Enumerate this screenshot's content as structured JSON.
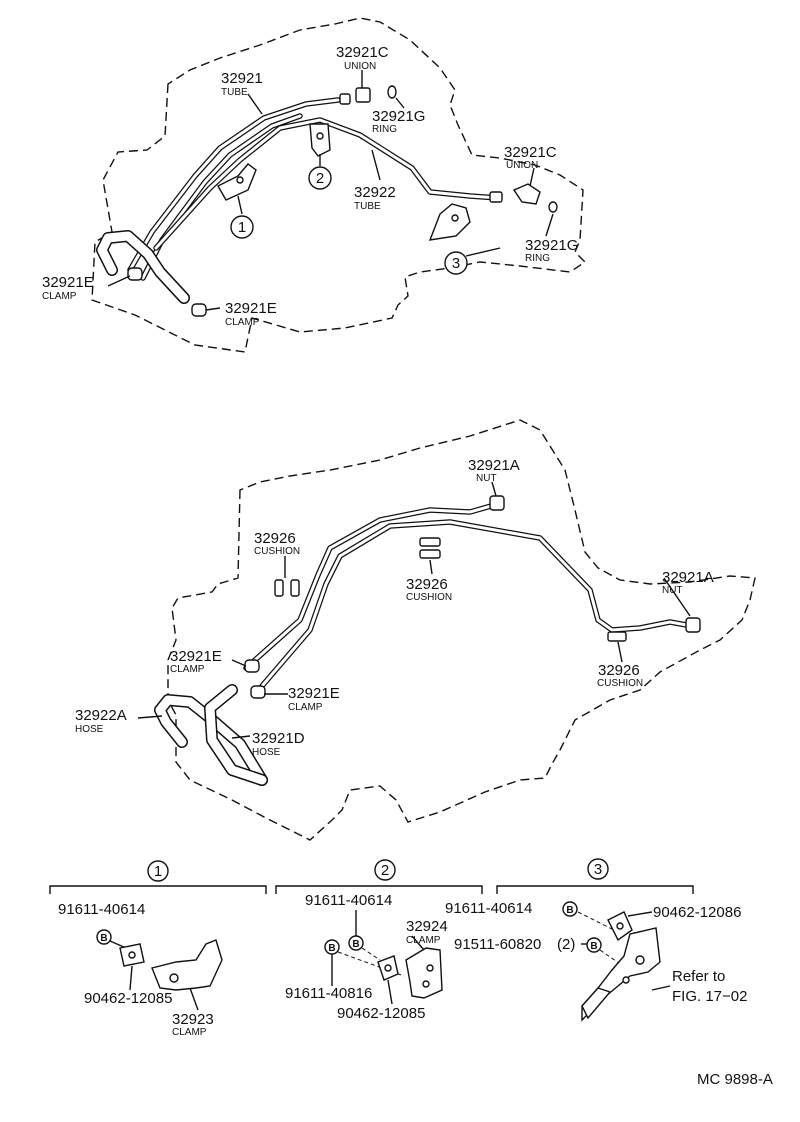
{
  "top_view": {
    "tube_32921": {
      "pn": "32921",
      "name": "TUBE"
    },
    "union_top": {
      "pn": "32921C",
      "name": "UNION"
    },
    "ring_top": {
      "pn": "32921G",
      "name": "RING"
    },
    "tube_32922": {
      "pn": "32922",
      "name": "TUBE"
    },
    "union_right": {
      "pn": "32921C",
      "name": "UNION"
    },
    "ring_right": {
      "pn": "32921G",
      "name": "RING"
    },
    "clamp_left": {
      "pn": "32921E",
      "name": "CLAMP"
    },
    "clamp_bottom": {
      "pn": "32921E",
      "name": "CLAMP"
    },
    "callouts": [
      "1",
      "2",
      "3"
    ]
  },
  "middle_view": {
    "nut_top": {
      "pn": "32921A",
      "name": "NUT"
    },
    "cushion_left": {
      "pn": "32926",
      "name": "CUSHION"
    },
    "cushion_center": {
      "pn": "32926",
      "name": "CUSHION"
    },
    "nut_right": {
      "pn": "32921A",
      "name": "NUT"
    },
    "cushion_right": {
      "pn": "32926",
      "name": "CUSHION"
    },
    "clamp_upper": {
      "pn": "32921E",
      "name": "CLAMP"
    },
    "clamp_lower": {
      "pn": "32921E",
      "name": "CLAMP"
    },
    "hose_a": {
      "pn": "32922A",
      "name": "HOSE"
    },
    "hose_d": {
      "pn": "32921D",
      "name": "HOSE"
    }
  },
  "details": {
    "detail_1": {
      "num": "1",
      "bolt": "91611-40614",
      "bolt_mark": "B",
      "nut": "90462-12085",
      "clamp": {
        "pn": "32923",
        "name": "CLAMP"
      }
    },
    "detail_2": {
      "num": "2",
      "bolt_top": "91611-40614",
      "bolt_bottom": "91611-40816",
      "bolt_mark": "B",
      "nut": "90462-12085",
      "clamp": {
        "pn": "32924",
        "name": "CLAMP"
      }
    },
    "detail_3": {
      "num": "3",
      "bolt": "91611-40614",
      "bolt2": "91511-60820",
      "bolt2_qty": "(2)",
      "bolt_mark": "B",
      "nut": "90462-12086",
      "refer_line1": "Refer to",
      "refer_line2": "FIG. 17−02"
    }
  },
  "footer_code": "MC 9898-A"
}
